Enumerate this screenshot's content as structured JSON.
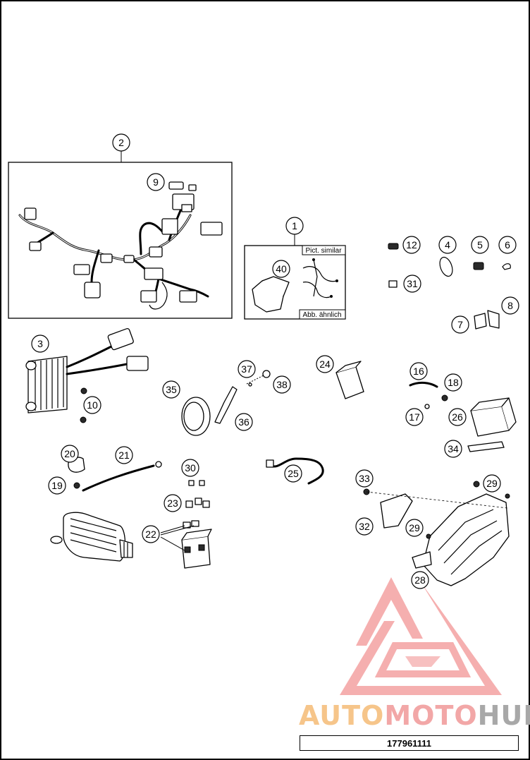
{
  "drawing": {
    "number": "177961111",
    "note_similar_en": "Pict. similar",
    "note_similar_de": "Abb. ähnlich"
  },
  "watermark": {
    "part_a": "AUTO",
    "part_b": "MOTO",
    "part_c": "HUB",
    "colors": {
      "a": "#f6c58a",
      "b": "#f2a7a7",
      "c": "#a8a8a8"
    }
  },
  "callouts": {
    "c1": "1",
    "c2": "2",
    "c3": "3",
    "c4": "4",
    "c5": "5",
    "c6": "6",
    "c7": "7",
    "c8": "8",
    "c9": "9",
    "c10": "10",
    "c12": "12",
    "c16": "16",
    "c17": "17",
    "c18": "18",
    "c19": "19",
    "c20": "20",
    "c21": "21",
    "c22": "22",
    "c23": "23",
    "c24": "24",
    "c25": "25",
    "c26": "26",
    "c28": "28",
    "c29a": "29",
    "c29b": "29",
    "c30": "30",
    "c31": "31",
    "c32": "32",
    "c33": "33",
    "c34": "34",
    "c35": "35",
    "c36": "36",
    "c37": "37",
    "c38": "38",
    "c40": "40"
  }
}
